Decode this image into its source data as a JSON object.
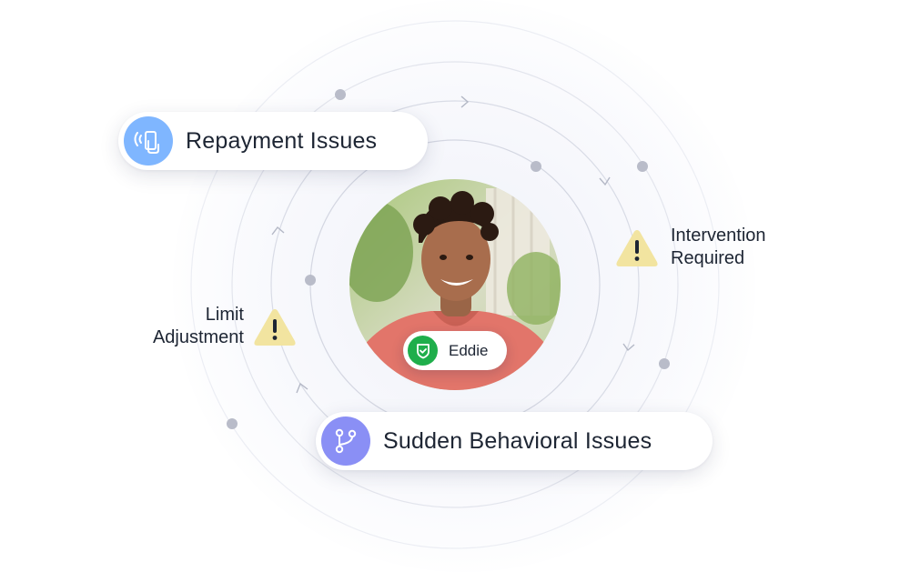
{
  "center": {
    "name": "Eddie",
    "avatar_icon": "person-photo",
    "badge_icon": "shield-check-icon"
  },
  "issues": {
    "repayment": {
      "label": "Repayment Issues",
      "icon": "phone-tap-icon",
      "color": "#7fb6ff"
    },
    "sudden": {
      "label": "Sudden Behavioral Issues",
      "icon": "branch-icon",
      "color": "#8a8ff5"
    }
  },
  "alerts": {
    "intervention": {
      "line1": "Intervention",
      "line2": "Required",
      "icon": "warning-icon"
    },
    "limit": {
      "line1": "Limit",
      "line2": "Adjustment",
      "icon": "warning-icon"
    }
  },
  "colors": {
    "warning": "#f2e4a0",
    "success": "#1fae4b",
    "ring": "#d9dce6",
    "dot": "#b9bcc9"
  }
}
